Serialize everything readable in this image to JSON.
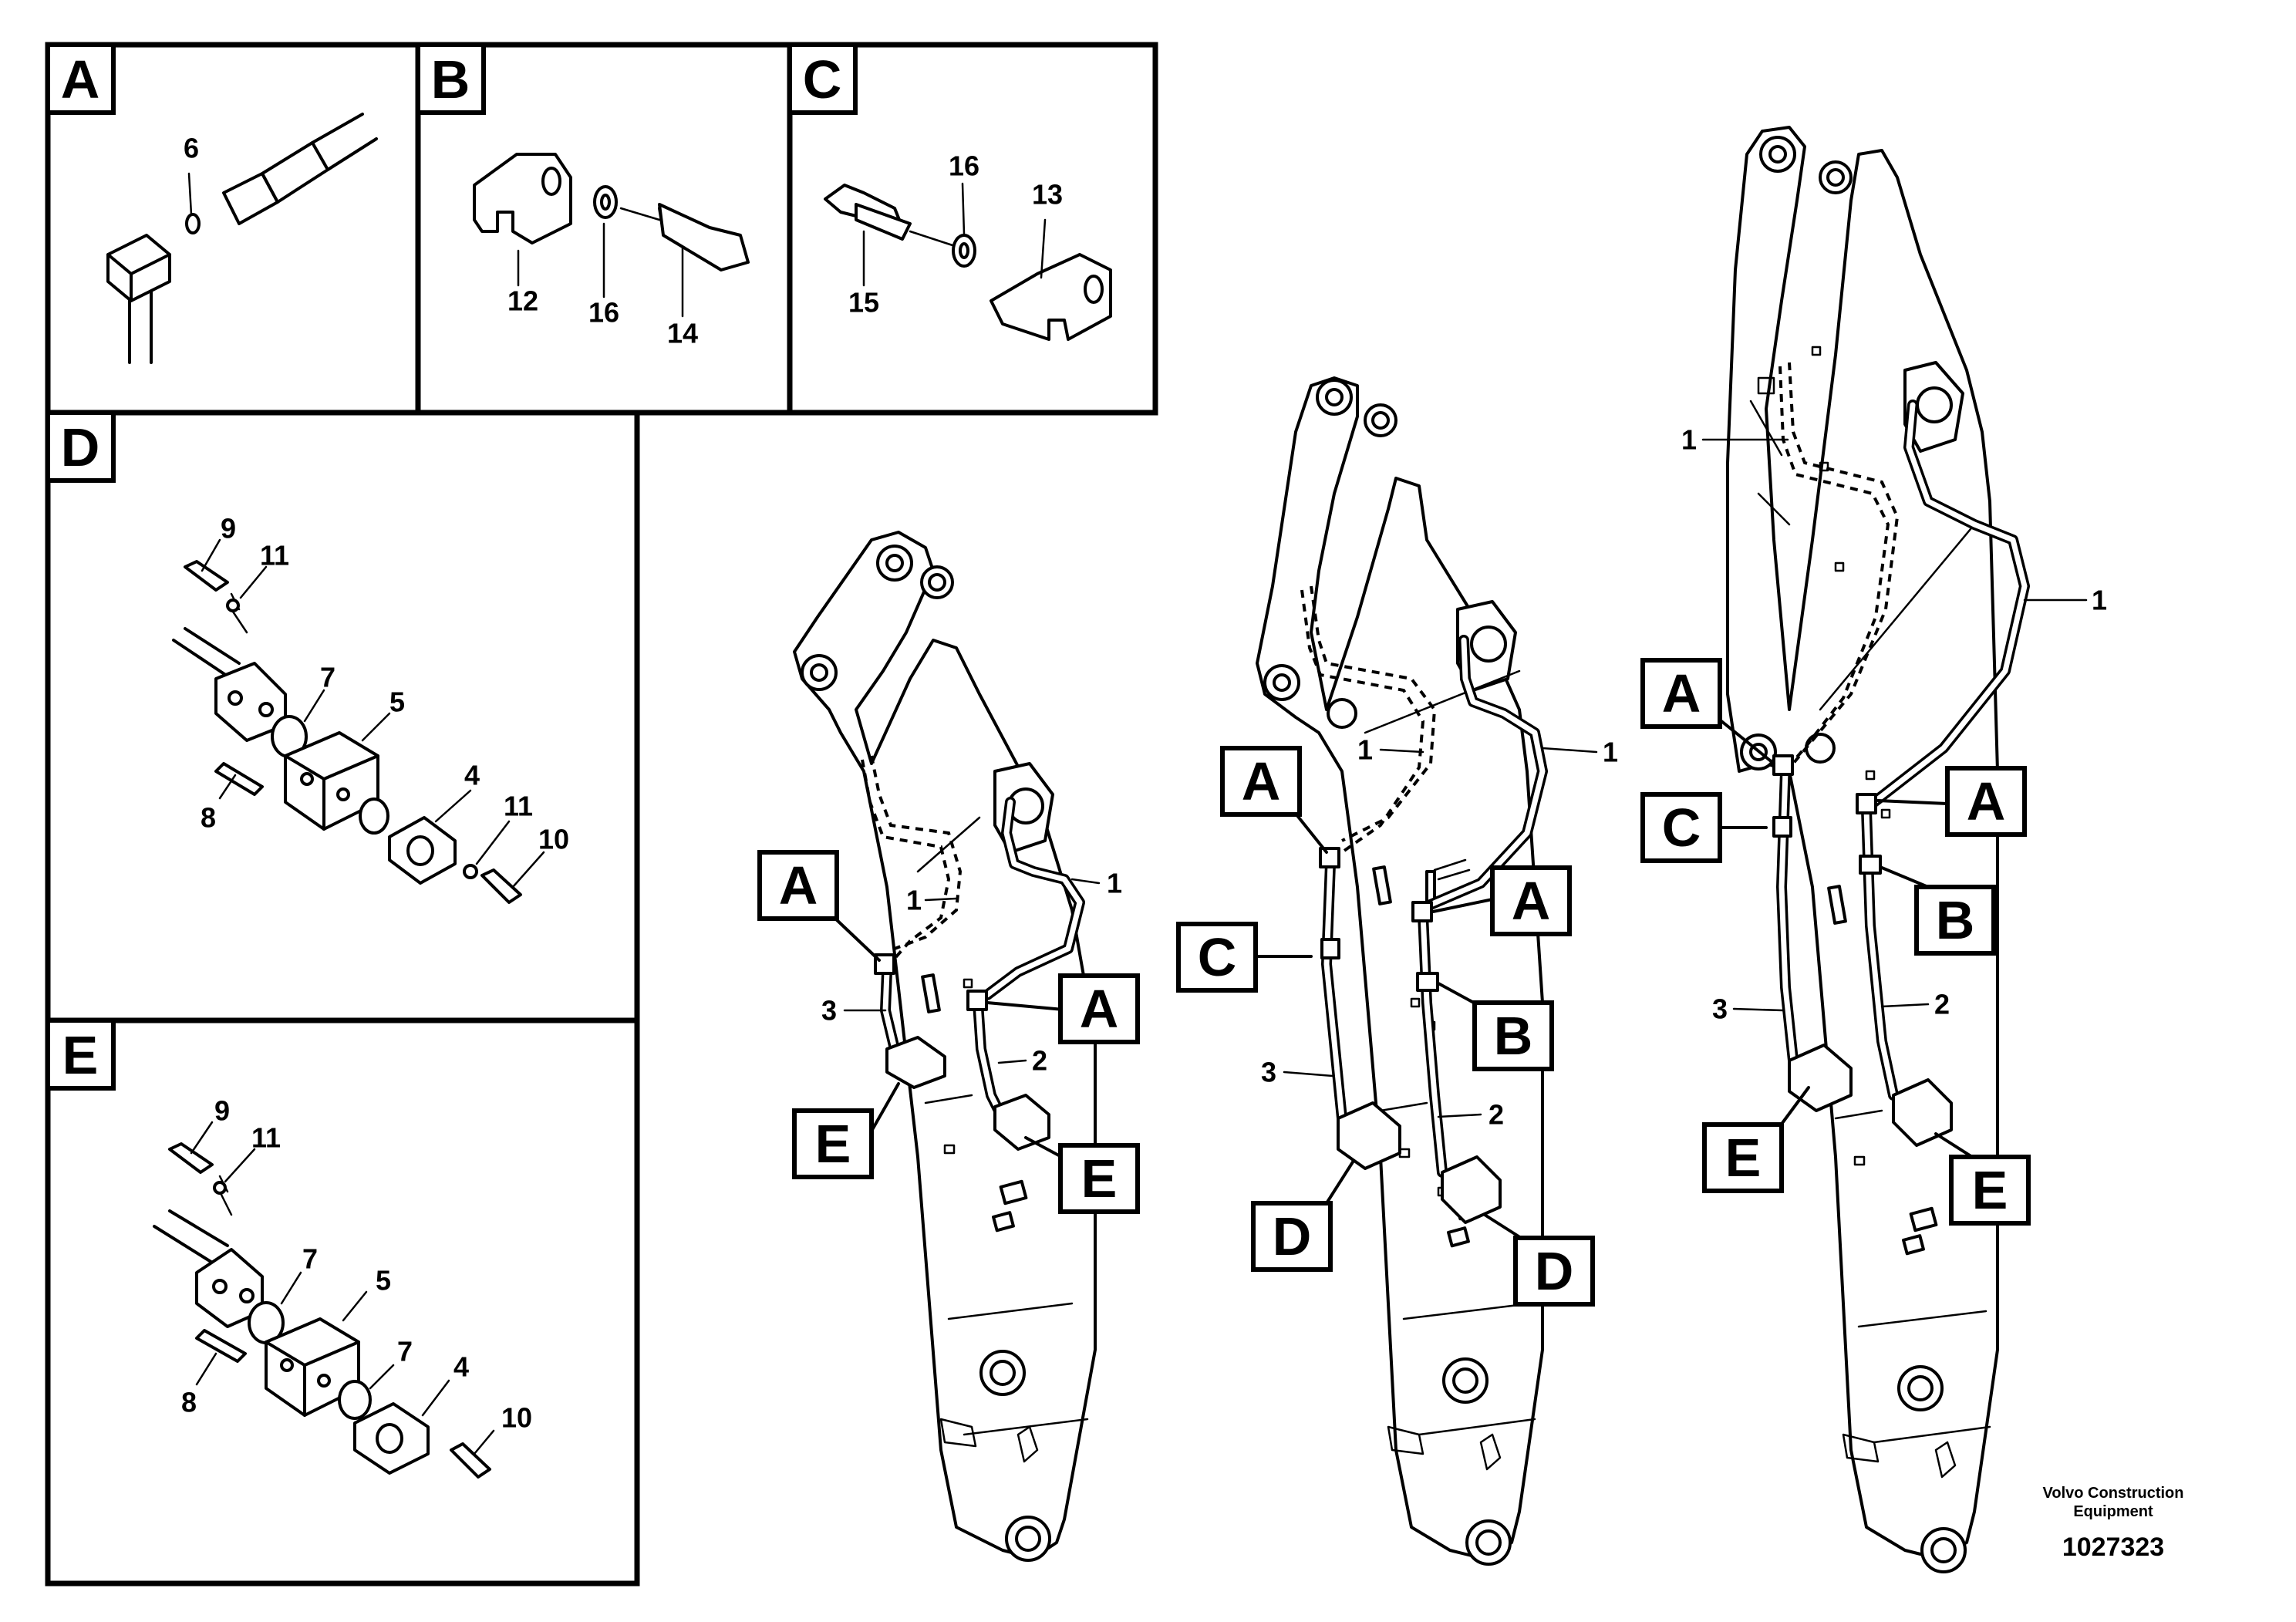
{
  "panels": {
    "A": "A",
    "B": "B",
    "C": "C",
    "D": "D",
    "E": "E"
  },
  "detail_A": {
    "part_6": "6"
  },
  "detail_B": {
    "part_12": "12",
    "part_16": "16",
    "part_14": "14"
  },
  "detail_C": {
    "part_16": "16",
    "part_13": "13",
    "part_15": "15"
  },
  "detail_D": {
    "part_9": "9",
    "part_11a": "11",
    "part_7": "7",
    "part_5": "5",
    "part_4": "4",
    "part_11b": "11",
    "part_10": "10",
    "part_8": "8"
  },
  "detail_E": {
    "part_9": "9",
    "part_11": "11",
    "part_7a": "7",
    "part_5": "5",
    "part_7b": "7",
    "part_4": "4",
    "part_10": "10",
    "part_8": "8"
  },
  "boom_1": {
    "callouts": [
      "A",
      "A",
      "E",
      "E"
    ],
    "parts": {
      "hose_1a": "1",
      "hose_1b": "1",
      "hose_2": "2",
      "hose_3": "3"
    }
  },
  "boom_2": {
    "callouts": [
      "A",
      "C",
      "A",
      "B",
      "D",
      "D"
    ],
    "parts": {
      "hose_1a": "1",
      "hose_1b": "1",
      "hose_2": "2",
      "hose_3": "3"
    }
  },
  "boom_3": {
    "callouts": [
      "A",
      "C",
      "A",
      "B",
      "E",
      "E"
    ],
    "parts": {
      "hose_1a": "1",
      "hose_1b": "1",
      "hose_2": "2",
      "hose_3": "3"
    }
  },
  "footer": {
    "brand_line1": "Volvo Construction",
    "brand_line2": "Equipment",
    "doc_number": "1027323"
  }
}
